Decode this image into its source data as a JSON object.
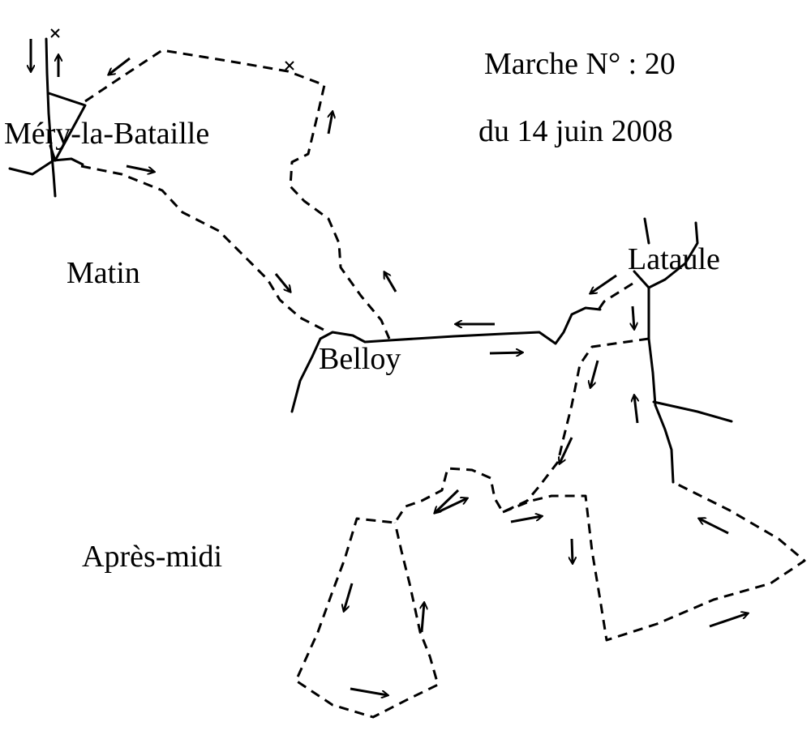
{
  "title": "Marche N° : 20",
  "date": "du 14 juin 2008",
  "places": {
    "mery": "Méry-la-Bataille",
    "belloy": "Belloy",
    "lataule": "Lataule"
  },
  "sections": {
    "morning": "Matin",
    "afternoon": "Après-midi"
  }
}
